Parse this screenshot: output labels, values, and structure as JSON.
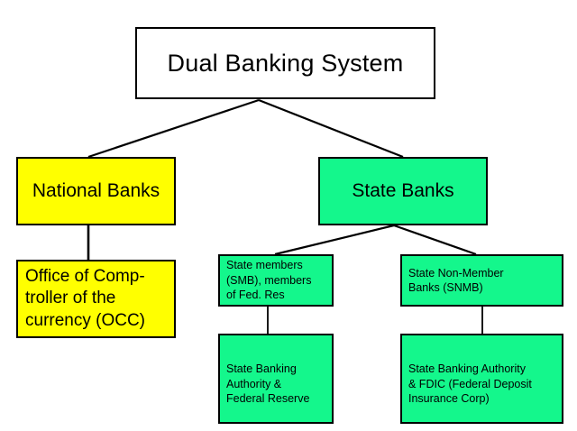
{
  "diagram": {
    "type": "organizational-hierarchy",
    "title": "Dual Banking System",
    "background_color": "#ffffff",
    "border_color": "#000000",
    "colors": {
      "root_fill": "#ffffff",
      "national_branch_fill": "#ffff00",
      "state_branch_fill": "#14f78c"
    },
    "nodes": {
      "root": {
        "label": "Dual Banking System",
        "fill": "#ffffff"
      },
      "national_banks": {
        "label": "National Banks",
        "fill": "#ffff00"
      },
      "occ": {
        "label": "Office of Comp-\ntroller of the\ncurrency (OCC)",
        "fill": "#ffff00"
      },
      "state_banks": {
        "label": "State Banks",
        "fill": "#14f78c"
      },
      "state_members": {
        "label": "State members\n(SMB), members\nof Fed. Res",
        "fill": "#14f78c"
      },
      "state_non_member": {
        "label": "State Non-Member\nBanks (SNMB)",
        "fill": "#14f78c"
      },
      "state_banking_authority_fed": {
        "label": "State Banking\nAuthority &\nFederal Reserve",
        "fill": "#14f78c"
      },
      "state_banking_authority_fdic": {
        "label": "State Banking Authority\n& FDIC (Federal Deposit\nInsurance Corp)",
        "fill": "#14f78c"
      }
    },
    "edges": [
      {
        "from": "root",
        "to": "national_banks",
        "style": "diagonal"
      },
      {
        "from": "root",
        "to": "state_banks",
        "style": "diagonal"
      },
      {
        "from": "national_banks",
        "to": "occ",
        "style": "vertical"
      },
      {
        "from": "state_banks",
        "to": "state_members",
        "style": "diagonal"
      },
      {
        "from": "state_banks",
        "to": "state_non_member",
        "style": "diagonal"
      },
      {
        "from": "state_members",
        "to": "state_banking_authority_fed",
        "style": "vertical"
      },
      {
        "from": "state_non_member",
        "to": "state_banking_authority_fdic",
        "style": "vertical"
      }
    ]
  }
}
